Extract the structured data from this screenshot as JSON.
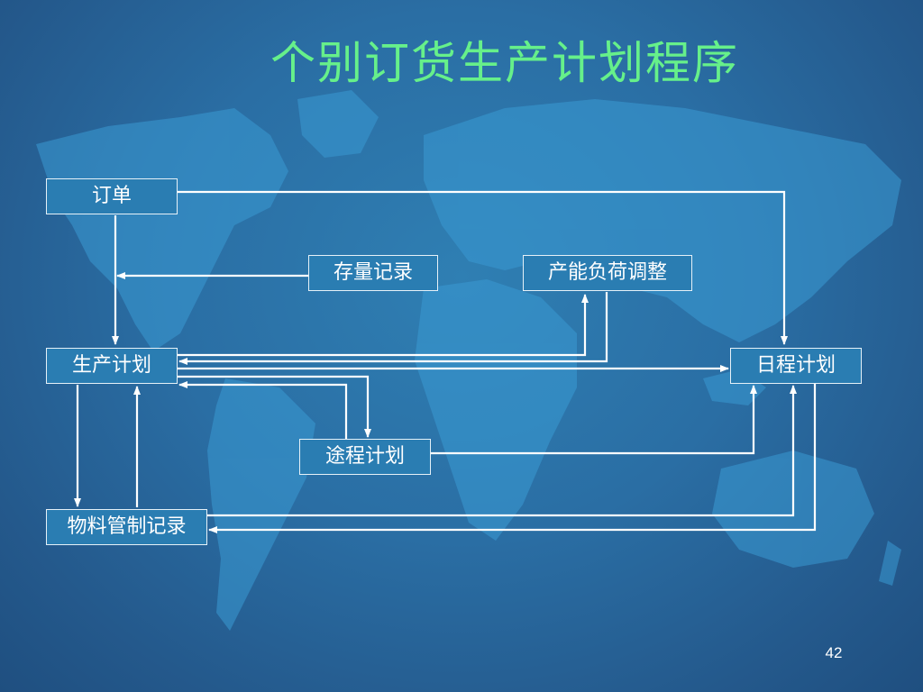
{
  "slide": {
    "title": "个别订货生产计划程序",
    "page_number": "42"
  },
  "diagram": {
    "nodes": {
      "order": "订单",
      "inventory_record": "存量记录",
      "capacity_load_adjust": "产能负荷调整",
      "production_plan": "生产计划",
      "schedule_plan": "日程计划",
      "routing_plan": "途程计划",
      "material_control_record": "物料管制记录"
    }
  },
  "colors": {
    "title": "#66f08a",
    "background": "#2a6ea4",
    "box_fill": "#2a7db2",
    "box_border": "#e6f1f8",
    "lines": "#ffffff",
    "map": "#3a9ad3"
  }
}
